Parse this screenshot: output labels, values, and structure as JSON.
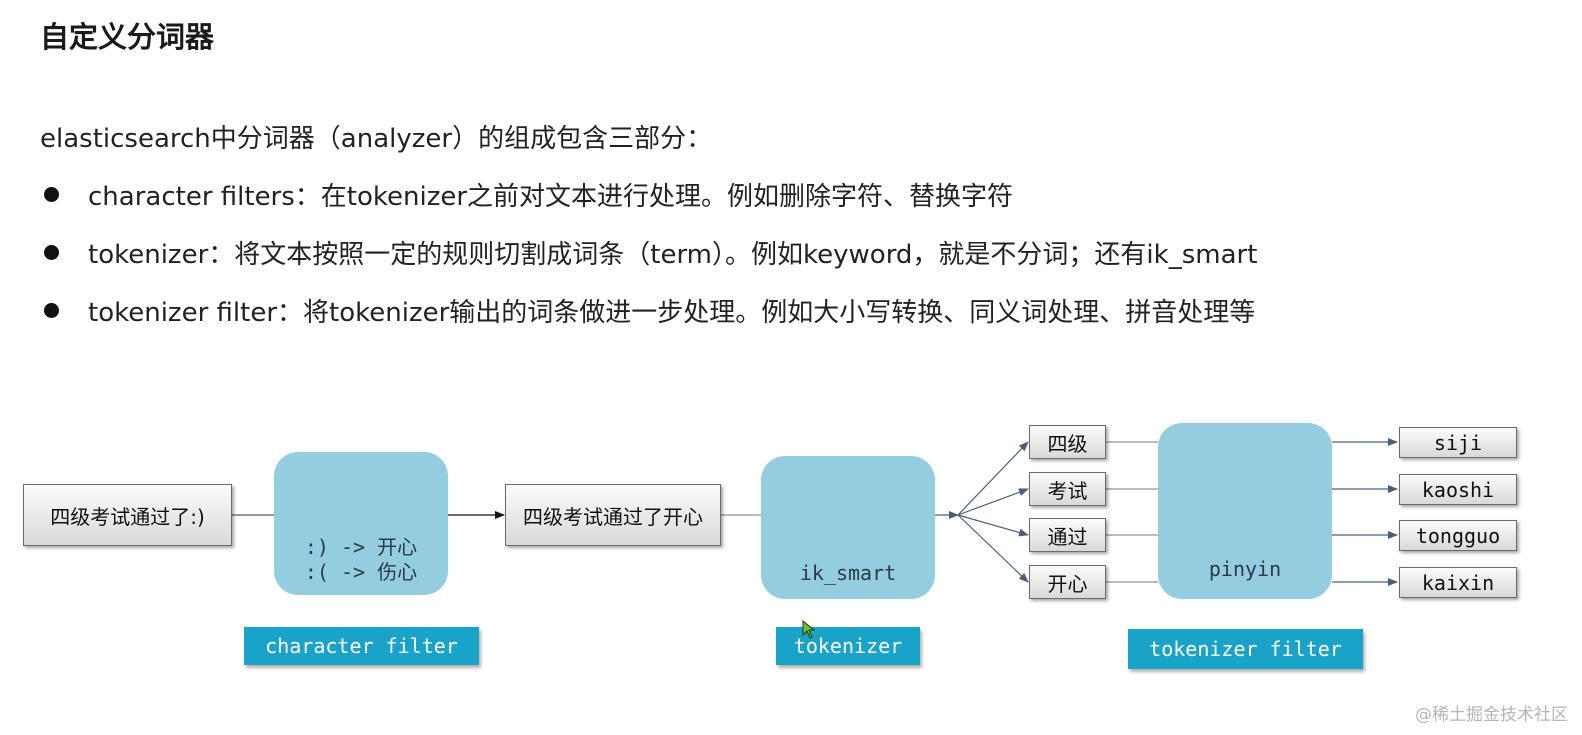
{
  "title": "自定义分词器",
  "intro": "elasticsearch中分词器（analyzer）的组成包含三部分：",
  "bullets": [
    "character filters：在tokenizer之前对文本进行处理。例如删除字符、替换字符",
    "tokenizer：将文本按照一定的规则切割成词条（term）。例如keyword，就是不分词；还有ik_smart",
    "tokenizer filter：将tokenizer输出的词条做进一步处理。例如大小写转换、同义词处理、拼音处理等"
  ],
  "diagram": {
    "input": "四级考试通过了:)",
    "char_filter": {
      "rule1": ":) -> 开心",
      "rule2": ":( -> 伤心",
      "tag": "character filter"
    },
    "intermediate": "四级考试通过了开心",
    "tokenizer": {
      "name": "ik_smart",
      "tag": "tokenizer"
    },
    "terms": [
      "四级",
      "考试",
      "通过",
      "开心"
    ],
    "token_filter": {
      "name": "pinyin",
      "tag": "tokenizer filter"
    },
    "outputs": [
      "siji",
      "kaoshi",
      "tongguo",
      "kaixin"
    ]
  },
  "watermark": "@稀土掘金技术社区",
  "colors": {
    "process_box": "#93cddf",
    "tag_bg": "#1aa3c8",
    "arrow": "#4a5f7a"
  },
  "icons": {
    "cursor": "mouse-cursor-icon",
    "bullet": "bullet-dot-icon"
  }
}
